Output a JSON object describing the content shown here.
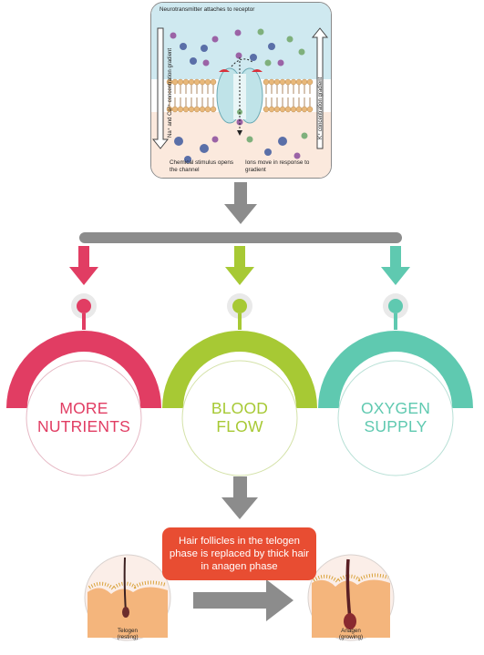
{
  "membrane": {
    "top_label": "Neurotransmitter attaches to receptor",
    "left_gradient_html": "Na⁺ and Ca²⁺ concentration gradient",
    "right_gradient": "K⁺ concentration gradient",
    "bottom_left": "Chemical stimulus opens the channel",
    "bottom_right": "Ions move in response to gradient"
  },
  "effects": [
    {
      "line1": "MORE",
      "line2": "NUTRIENTS",
      "color": "#e13d63"
    },
    {
      "line1": "BLOOD",
      "line2": "FLOW",
      "color": "#a7c934"
    },
    {
      "line1": "OXYGEN",
      "line2": "SUPPLY",
      "color": "#5fc9b0"
    }
  ],
  "caption": "Hair follicles in the telogen phase is replaced by thick hair in anagen phase",
  "telogen": {
    "line1": "Telogen",
    "line2": "(resting)"
  },
  "anagen": {
    "line1": "Anagen",
    "line2": "(growing)"
  },
  "colors": {
    "arrow_gray": "#8c8c8c",
    "caption_bg": "#e84d32"
  }
}
